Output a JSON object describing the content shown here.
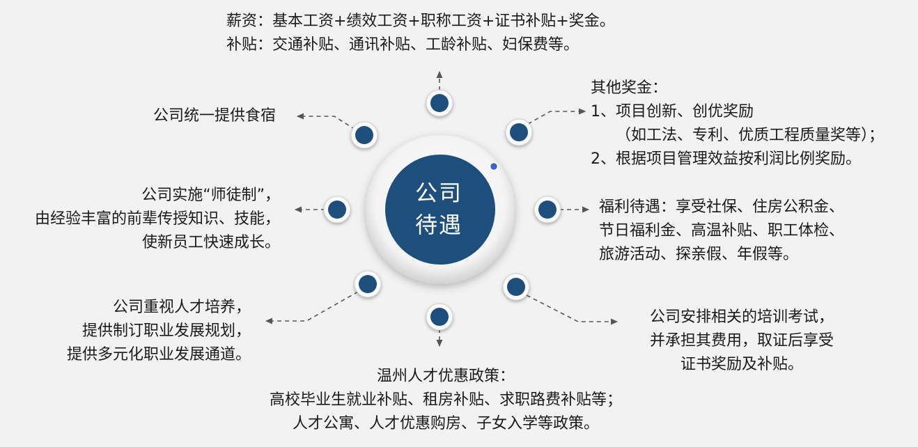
{
  "center": {
    "line1": "公司",
    "line2": "待遇"
  },
  "colors": {
    "node_fill": "#1d4e7c",
    "node_ring": "#d8d8d8",
    "center_fill": "#1d4e7c",
    "accent_dot": "#3c64c8",
    "arrow": "#555555",
    "background": "#f2f2f2"
  },
  "items": {
    "salary": {
      "lines": [
        "薪资：基本工资+绩效工资+职称工资+证书补贴+奖金。",
        "补贴：交通补贴、通讯补贴、工龄补贴、妇保费等。"
      ]
    },
    "bonus": {
      "lines": [
        "其他奖金：",
        "1、项目创新、创优奖励",
        "（如工法、专利、优质工程质量奖等）；",
        "2、根据项目管理效益按利润比例奖励。"
      ]
    },
    "welfare": {
      "lines": [
        "福利待遇：享受社保、住房公积金、",
        "节日福利金、高温补贴、职工体检、",
        "旅游活动、探亲假、年假等。"
      ]
    },
    "training": {
      "lines": [
        "公司安排相关的培训考试，",
        "并承担其费用，取证后享受",
        "证书奖励及补贴。"
      ]
    },
    "policy": {
      "lines": [
        "温州人才优惠政策：",
        "高校毕业生就业补贴、租房补贴、求职路费补贴等；",
        "人才公寓、人才优惠购房、子女入学等政策。"
      ]
    },
    "career": {
      "lines": [
        "公司重视人才培养，",
        "提供制订职业发展规划，",
        "提供多元化职业发展通道。"
      ]
    },
    "mentor": {
      "lines": [
        "公司实施“师徒制”，",
        "由经验丰富的前辈传授知识、技能，",
        "使新员工快速成长。"
      ]
    },
    "lodging": {
      "lines": [
        "公司统一提供食宿"
      ]
    }
  }
}
